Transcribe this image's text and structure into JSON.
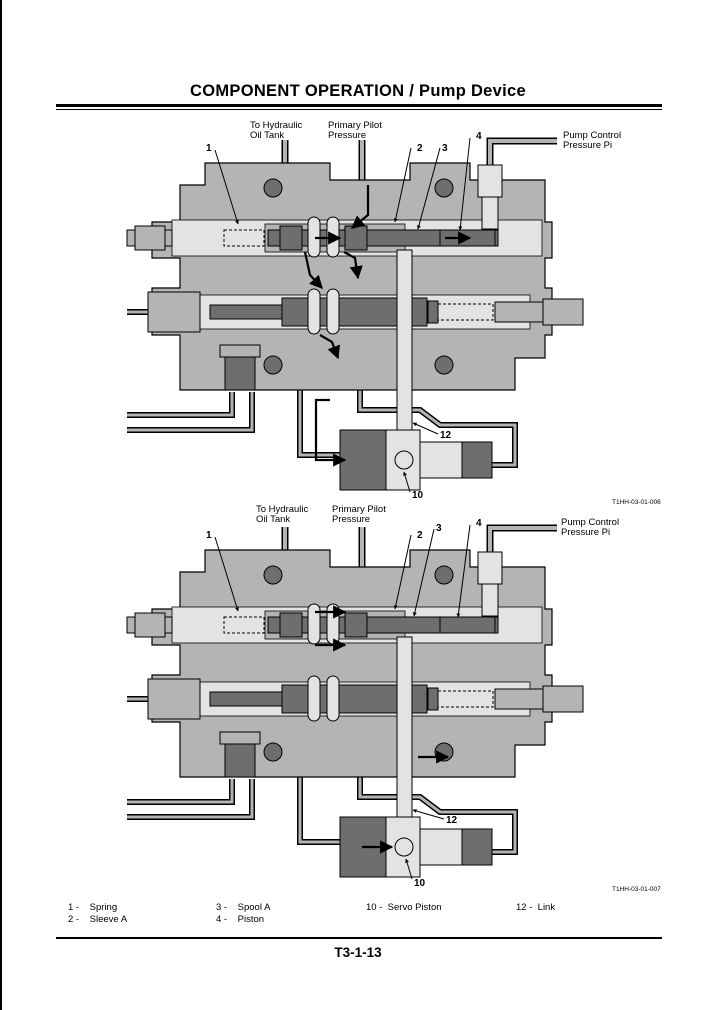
{
  "header": {
    "title": "COMPONENT OPERATION / Pump Device"
  },
  "diagrams": [
    {
      "labels": {
        "tank": [
          "To Hydraulic",
          "Oil Tank"
        ],
        "pilot": [
          "Primary Pilot",
          "Pressure"
        ],
        "pump_control": [
          "Pump Control",
          "Pressure Pi"
        ]
      },
      "numbers": [
        "1",
        "2",
        "3",
        "4",
        "12",
        "10"
      ],
      "figure_code": "T1HH-03-01-006"
    },
    {
      "labels": {
        "tank": [
          "To Hydraulic",
          "Oil Tank"
        ],
        "pilot": [
          "Primary Pilot",
          "Pressure"
        ],
        "pump_control": [
          "Pump Control",
          "Pressure Pi"
        ]
      },
      "numbers": [
        "1",
        "2",
        "3",
        "4",
        "12",
        "10"
      ],
      "figure_code": "T1HH-03-01-007"
    }
  ],
  "legend": [
    {
      "num": "1 -",
      "name": "Spring"
    },
    {
      "num": "2 -",
      "name": "Sleeve A"
    },
    {
      "num": "3 -",
      "name": "Spool A"
    },
    {
      "num": "4 -",
      "name": "Piston"
    },
    {
      "num": "10 -",
      "name": "Servo Piston"
    },
    {
      "num": "12 -",
      "name": "Link"
    }
  ],
  "footer": {
    "page_number": "T3-1-13"
  },
  "colors": {
    "body": "#b4b4b4",
    "dark": "#6e6e6e",
    "light": "#e3e3e3",
    "line": "#000000"
  }
}
